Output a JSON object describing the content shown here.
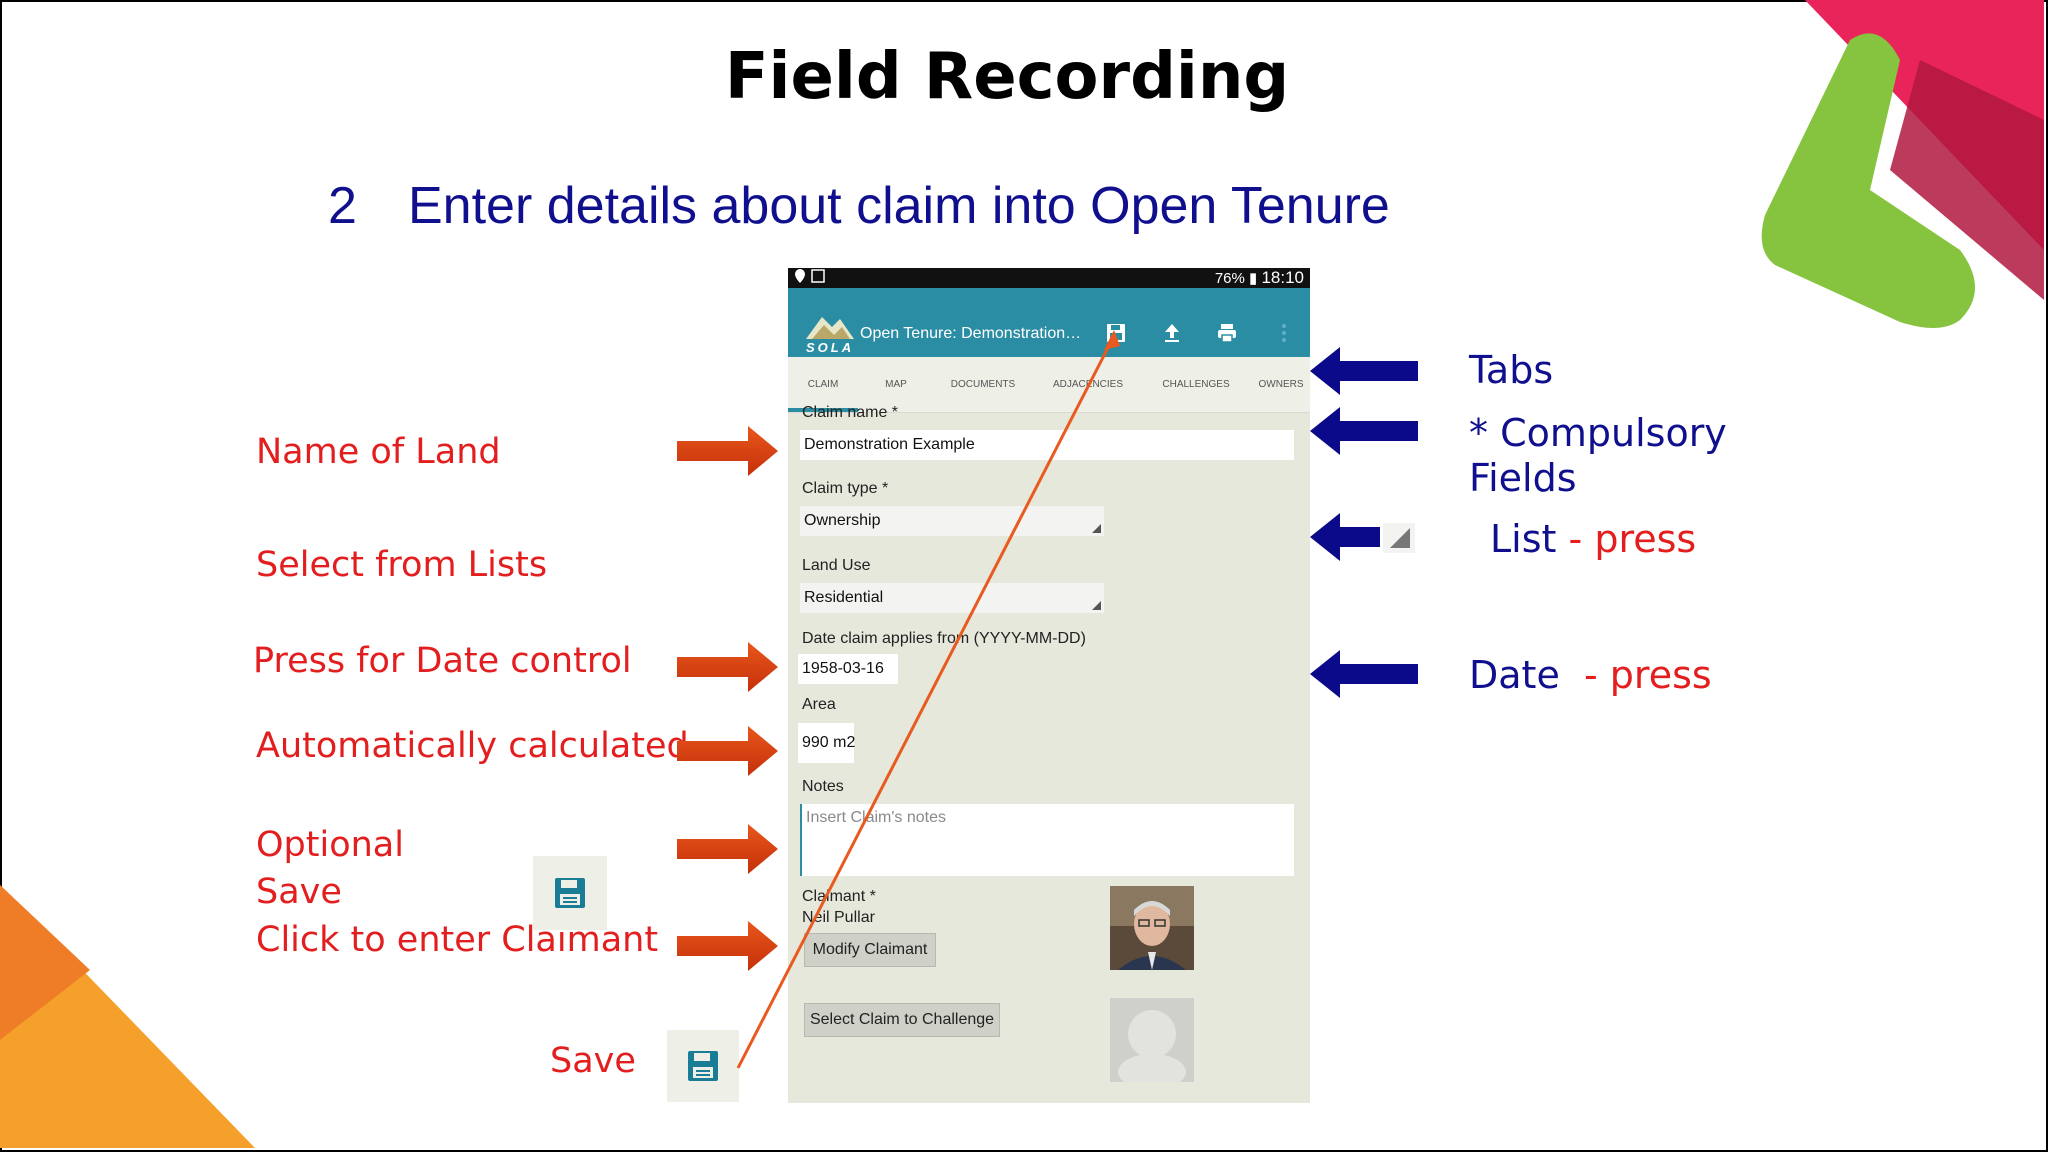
{
  "slide": {
    "title": "Field Recording",
    "subtitle_number": "2",
    "subtitle_text": "Enter details about claim into Open Tenure"
  },
  "left_labels": {
    "name_of_land": "Name of Land",
    "select_from_lists": "Select from Lists",
    "press_for_date": "Press for Date control",
    "auto_calculated": "Automatically calculated",
    "optional": "Optional",
    "save": "Save",
    "click_claimant": "Click to enter Claimant",
    "save_bottom": "Save"
  },
  "right_labels": {
    "tabs": "Tabs",
    "compulsory_line1": "* Compulsory",
    "compulsory_line2": "Fields",
    "list": "List",
    "list_press": "- press",
    "date": "Date",
    "date_press": "- press"
  },
  "phone": {
    "status": {
      "battery": "76%",
      "time": "18:10"
    },
    "app_title": "Open Tenure: Demonstration…",
    "logo_text": "SOLA",
    "tabs": [
      "CLAIM",
      "MAP",
      "DOCUMENTS",
      "ADJACENCIES",
      "CHALLENGES",
      "OWNERS"
    ],
    "active_tab": "CLAIM",
    "form": {
      "claim_name_label": "Claim name *",
      "claim_name_value": "Demonstration Example",
      "claim_type_label": "Claim type *",
      "claim_type_value": "Ownership",
      "land_use_label": "Land Use",
      "land_use_value": "Residential",
      "date_label": "Date claim applies from (YYYY-MM-DD)",
      "date_value": "1958-03-16",
      "area_label": "Area",
      "area_value": "990 m2",
      "notes_label": "Notes",
      "notes_placeholder": "Insert Claim's notes",
      "claimant_label": "Claimant *",
      "claimant_name": "Neil Pullar",
      "modify_claimant": "Modify Claimant",
      "select_challenge": "Select Claim to Challenge"
    }
  },
  "colors": {
    "title": "#000000",
    "subtitle": "#10108e",
    "annotation_red": "#e31e1e",
    "arrow_red": "#dd3b10",
    "arrow_blue": "#0a0a8a",
    "app_bar": "#2b8da3",
    "save_icon": "#1b7d95"
  },
  "icons": [
    "location-icon",
    "image-icon",
    "save-icon",
    "upload-icon",
    "print-icon",
    "overflow-icon",
    "dropdown-corner-icon",
    "avatar-placeholder-icon"
  ]
}
